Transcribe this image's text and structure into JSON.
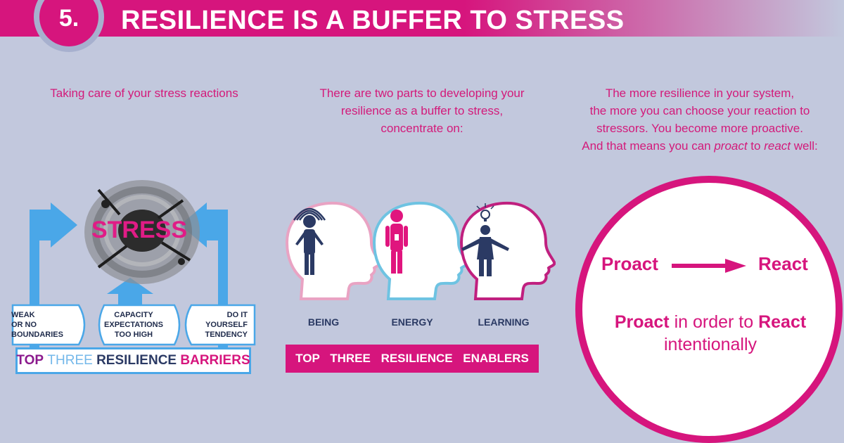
{
  "header": {
    "number": "5.",
    "title": "RESILIENCE IS A BUFFER TO STRESS"
  },
  "column1": {
    "intro": "Taking care of your stress reactions",
    "stress_word": "STRESS",
    "barriers": [
      {
        "line1": "WEAK",
        "line2": "OR NO",
        "line3": "BOUNDARIES"
      },
      {
        "line1": "CAPACITY",
        "line2": "EXPECTATIONS",
        "line3": "TOO HIGH"
      },
      {
        "line1": "DO IT",
        "line2": "YOURSELF",
        "line3": "TENDENCY"
      }
    ],
    "banner": {
      "word1": "TOP",
      "word2": "THREE",
      "word3": "RESILIENCE",
      "word4": "BARRIERS"
    }
  },
  "column2": {
    "intro_line1": "There are two parts to developing your",
    "intro_line2": "resilience as a buffer to stress,",
    "intro_line3": "concentrate on:",
    "heads": [
      {
        "label": "BEING",
        "color": "#e9a3c3"
      },
      {
        "label": "ENERGY",
        "color": "#6ec3e2"
      },
      {
        "label": "LEARNING",
        "color": "#c0207f"
      }
    ],
    "banner": "TOP THREE RESILIENCE ENABLERS"
  },
  "column3": {
    "intro_line1": "The more resilience in your system,",
    "intro_line2": "the more you can choose your reaction to",
    "intro_line3": "stressors. You become more proactive.",
    "intro_line4_a": "And that means you can ",
    "intro_line4_b": "proact",
    "intro_line4_c": " to ",
    "intro_line4_d": "react",
    "intro_line4_e": " well:",
    "proact": "Proact",
    "react": "React",
    "sentence_a": "Proact",
    "sentence_b": " in order to ",
    "sentence_c": "React",
    "sentence_d": "intentionally"
  },
  "colors": {
    "background": "#c2c8dd",
    "magenta": "#d6157d",
    "blue": "#4aa7e8",
    "navy": "#2b3a64"
  }
}
